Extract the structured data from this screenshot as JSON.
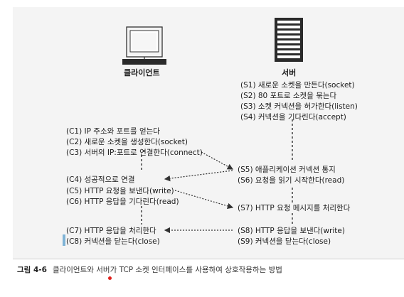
{
  "client": {
    "label": "클라이언트",
    "icon": "computer-icon"
  },
  "server": {
    "label": "서버",
    "icon": "server-tower-icon"
  },
  "server_steps": [
    "(S1) 새로운 소켓을 만든다(socket)",
    "(S2) 80 포트로 소켓을 묶는다",
    "(S3) 소켓 커넥션을 허가한다(listen)",
    "(S4) 커넥션을 기다린다(accept)",
    "(S5) 애플리케이션 커넥션 통지",
    "(S6) 요청을 읽기 시작한다(read)",
    "(S7) HTTP 요청 메시지를 처리한다",
    "(S8) HTTP 응답을 보낸다(write)",
    "(S9) 커넥션을 닫는다(close)"
  ],
  "client_steps": [
    "(C1) IP 주소와 포트를 얻는다",
    "(C2) 새로운 소켓을 생성한다(socket)",
    "(C3) 서버의 IP:포트로 연결한다(connect)",
    "(C4) 성공적으로 연결",
    "(C5) HTTP 요청을 보낸다(write)",
    "(C6) HTTP 응답을 기다린다(read)",
    "(C7) HTTP 응답을 처리한다",
    "(C8) 커넥션을 닫는다(close)"
  ],
  "caption": {
    "figure": "그림 4-6",
    "text": "클라이언트와 서버가 TCP 소켓 인터페이스를 사용하여 상호작용하는 방법"
  }
}
